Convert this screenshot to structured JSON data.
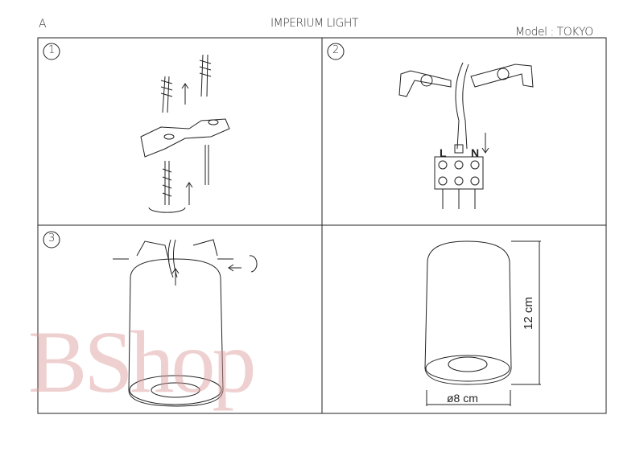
{
  "header": {
    "sheet_letter": "A",
    "brand": "IMPERIUM LIGHT",
    "model": "Model : TOKYO"
  },
  "steps": [
    {
      "number": "1"
    },
    {
      "number": "2",
      "terminal_left": "L",
      "terminal_right": "N"
    },
    {
      "number": "3"
    }
  ],
  "dimensions": {
    "height": "12 cm",
    "diameter": "ø8 cm"
  },
  "watermark": "BShop"
}
